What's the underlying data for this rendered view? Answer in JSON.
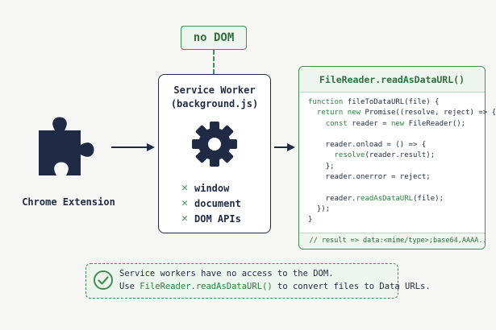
{
  "badge": {
    "label": "no DOM"
  },
  "extension": {
    "label": "Chrome Extension",
    "icon": "puzzle-icon"
  },
  "service_worker": {
    "title": "Service Worker",
    "subtitle": "(background.js)",
    "icon": "gear-icon",
    "missing": [
      "window",
      "document",
      "DOM APIs"
    ],
    "missing_marker": "✕"
  },
  "code": {
    "title": "FileReader.readAsDataURL()",
    "lines": [
      "function fileToDataURL(file) {",
      "  return new Promise((resolve, reject) => {",
      "    const reader = new FileReader();",
      "",
      "    reader.onload = () => {",
      "      resolve(reader.result);",
      "    };",
      "    reader.onerror = reject;",
      "",
      "    reader.readAsDataURL(file);",
      "  });",
      "}"
    ],
    "footer": "// result => data:<mime/type>;base64,AAAA..."
  },
  "note": {
    "line1": "Service workers have no access to the DOM.",
    "line2_prefix": "Use ",
    "line2_highlight": "FileReader.readAsDataURL()",
    "line2_suffix": " to convert files to Data URLs."
  },
  "colors": {
    "navy": "#1f2a44",
    "green": "#3f8f52",
    "green_bg": "#eef5ee",
    "background": "#f6f7f4"
  }
}
